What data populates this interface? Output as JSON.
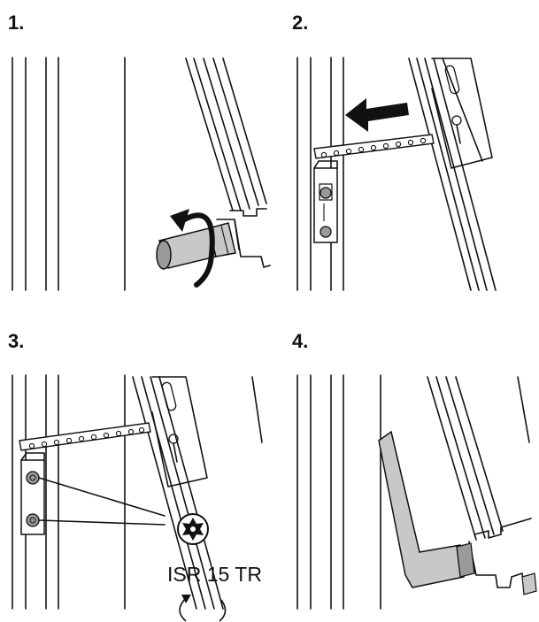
{
  "steps": [
    {
      "number": "1."
    },
    {
      "number": "2."
    },
    {
      "number": "3."
    },
    {
      "number": "4."
    }
  ],
  "torx_label": "ISR 15 TR",
  "colors": {
    "line": "#111111",
    "grey_part": "#c8c8c8",
    "dark_grey": "#9a9a9a",
    "arrow": "#111111"
  },
  "icons": {
    "torx": "torx-star-icon",
    "rotate": "rotate-arrow-icon",
    "push": "push-left-arrow-icon"
  }
}
